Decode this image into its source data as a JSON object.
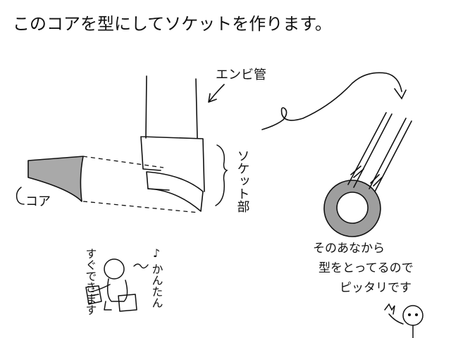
{
  "title": "このコアを型にしてソケットを作ります。",
  "labels": {
    "pipe": "エンビ管",
    "socket": "ソケット部",
    "core": "コア",
    "easy_1": "すぐできます",
    "easy_2": "♪ かんたん",
    "result_line1": "そのあなから",
    "result_line2": "型をとってるので",
    "result_line3": "ピッタリです"
  },
  "colors": {
    "ink": "#111111",
    "core_fill": "#a9a9a9",
    "ring_fill": "#9e9e9e",
    "background": "#ffffff"
  }
}
